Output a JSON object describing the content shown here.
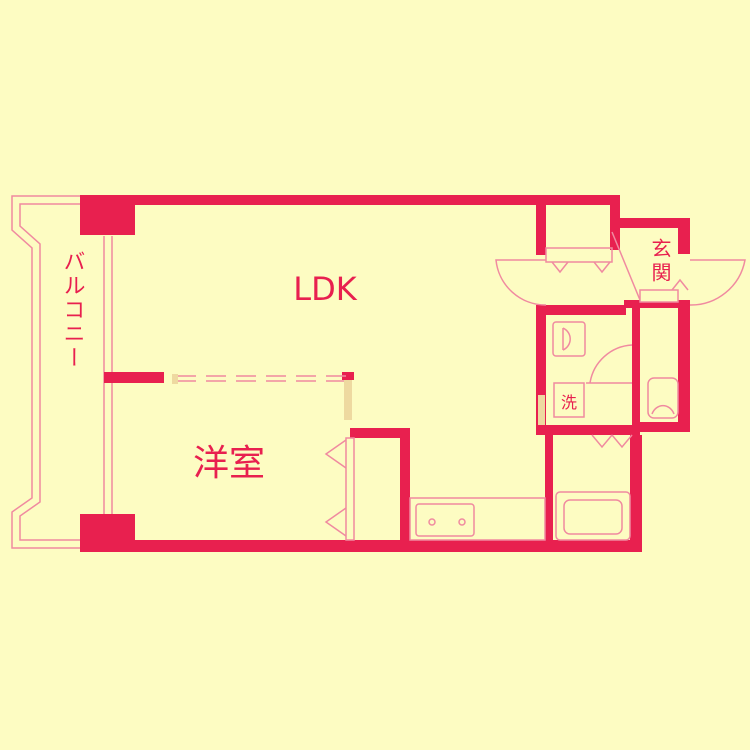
{
  "labels": {
    "ldk": "LDK",
    "western_room": "洋室",
    "entrance": "玄関",
    "balcony": "バルコニー",
    "washer": "洗"
  },
  "colors": {
    "background": "#fdfcc2",
    "walls": "#e8204f",
    "fixtures": "#f08aa0"
  }
}
